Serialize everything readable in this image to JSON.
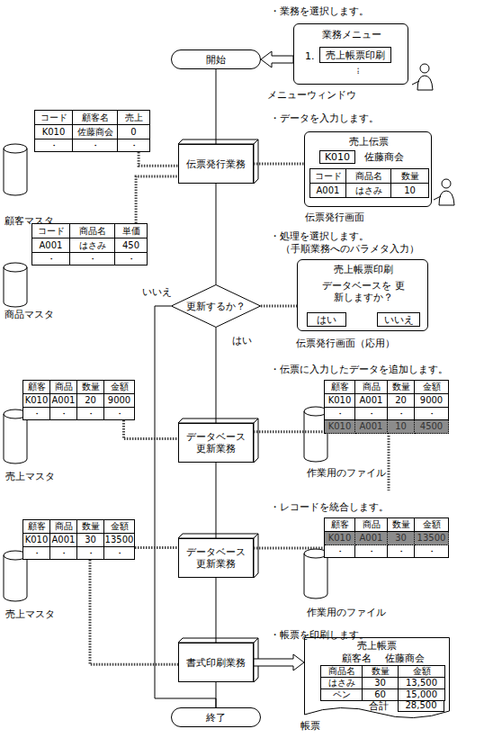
{
  "diagram": {
    "nodes": [
      {
        "text": [
          "開始"
        ]
      },
      {
        "text": [
          "業務メニュー",
          "1.",
          "・ ・ ・",
          "メニューウィンドウ"
        ]
      },
      {
        "text": [
          "売上帳票印刷"
        ],
        "in": 1
      },
      {
        "text": [
          "コード",
          "顧客名",
          "売上",
          "K010",
          "佐藤商会",
          "0",
          "・",
          "・",
          "・",
          "顧客マスタ"
        ]
      },
      {
        "text": [
          "伝票発行業務"
        ]
      },
      {
        "text": [
          "売上伝票",
          "佐藤商会",
          "伝票発行画面"
        ]
      },
      {
        "text": [
          "K010"
        ],
        "in": 5
      },
      {
        "text": [
          "コード",
          "商品名",
          "数量",
          "A001",
          "はさみ",
          "10"
        ],
        "in": 5
      },
      {
        "text": [
          "コード",
          "商品名",
          "単価",
          "A001",
          "はさみ",
          "450",
          "・",
          "・",
          "・",
          "商品マスタ"
        ]
      },
      {
        "text": [
          "更新するか？"
        ]
      },
      {
        "text": [
          "売上帳票印刷",
          "データベースを 更新しますか？",
          "伝票発行画面（応用）"
        ]
      },
      {
        "text": [
          "はい"
        ],
        "in": 10
      },
      {
        "text": [
          "いいえ"
        ],
        "in": 10
      },
      {
        "text": [
          "顧客",
          "商品",
          "数量",
          "金額",
          "K010",
          "A001",
          "20",
          "9000",
          "・",
          "・",
          "・",
          "・",
          "売上マスタ"
        ]
      },
      {
        "text": [
          "データベース 更新業務"
        ]
      },
      {
        "text": [
          "顧客",
          "商品",
          "数量",
          "金額",
          "K010",
          "A001",
          "20",
          "9000",
          "・",
          "・",
          "・",
          "・",
          "K010",
          "A001",
          "10",
          "4500",
          "作業用のファイル"
        ]
      },
      {
        "text": [
          "顧客",
          "商品",
          "数量",
          "金額",
          "K010",
          "A001",
          "30",
          "13500",
          "・",
          "・",
          "・",
          "・",
          "売上マスタ"
        ]
      },
      {
        "text": [
          "データベース 更新業務"
        ]
      },
      {
        "text": [
          "顧客",
          "商品",
          "数量",
          "金額",
          "K010",
          "A001",
          "30",
          "13500",
          "・",
          "・",
          "・",
          "・",
          "作業用のファイル"
        ]
      },
      {
        "text": [
          "書式印刷業務"
        ]
      },
      {
        "text": [
          "売上帳票",
          "顧客名",
          "佐藤商会",
          "合計",
          "28,500",
          "帳票"
        ]
      },
      {
        "text": [
          "商品名",
          "数量",
          "金額",
          "はさみ",
          "30",
          "13,500",
          "ペン",
          "60",
          "15,000"
        ],
        "in": 20
      },
      {
        "text": [
          "終了"
        ]
      }
    ],
    "edges": [
      {
        "from": 1,
        "to": 0,
        "arrow": "to"
      },
      {
        "from": 0,
        "to": 4,
        "arrow": "none"
      },
      {
        "from": 3,
        "to": 4,
        "arrow": "none"
      },
      {
        "from": 8,
        "to": 4,
        "arrow": "none"
      },
      {
        "from": 4,
        "to": 5,
        "arrow": "none"
      },
      {
        "from": 4,
        "to": 9,
        "arrow": "none"
      },
      {
        "from": 9,
        "to": 10,
        "arrow": "none"
      },
      {
        "from": 9,
        "to": 14,
        "label": "はい",
        "arrow": "none"
      },
      {
        "from": 9,
        "to": 22,
        "label": "いいえ",
        "arrow": "none"
      },
      {
        "from": 13,
        "to": 14,
        "arrow": "none"
      },
      {
        "from": 14,
        "to": 15,
        "arrow": "none"
      },
      {
        "from": 14,
        "to": 17,
        "arrow": "none"
      },
      {
        "from": 16,
        "to": 17,
        "arrow": "none"
      },
      {
        "from": 17,
        "to": 18,
        "arrow": "none"
      },
      {
        "from": 17,
        "to": 19,
        "arrow": "none"
      },
      {
        "from": 16,
        "to": 19,
        "arrow": "none"
      },
      {
        "from": 19,
        "to": 20,
        "arrow": "to"
      },
      {
        "from": 19,
        "to": 22,
        "arrow": "none"
      }
    ],
    "labels": [
      "・業務を選択します。",
      "・データを入力します。",
      "・処理を選択します。",
      "（手順業務へのパラメタ入力）",
      "・伝票に入力したデータを追加します。",
      "・レコードを統合します。",
      "・帳票を印刷します。"
    ]
  }
}
